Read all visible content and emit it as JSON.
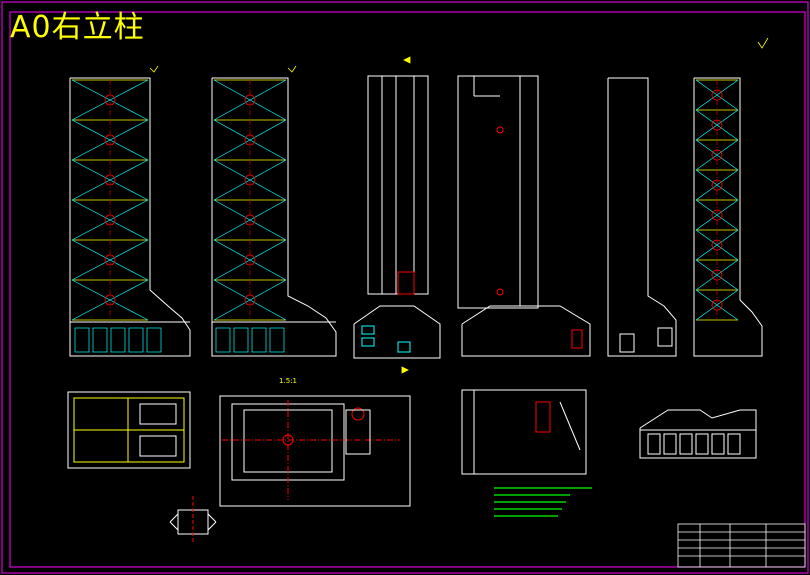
{
  "drawing": {
    "title": "A0右立柱",
    "colors": {
      "background": "#000000",
      "frame": "#ff00ff",
      "outline": "#ffffff",
      "rib": "#00ff00",
      "hole": "#ff0000",
      "dimension": "#ff00ff",
      "title_text": "#ffff00",
      "notes": "#00ff00"
    },
    "icons": [
      "roughness-symbol-icon",
      "weld-symbol-icon",
      "section-arrow-icon"
    ]
  },
  "views": [
    {
      "id": "front-rib-view-left"
    },
    {
      "id": "front-rib-view-middle"
    },
    {
      "id": "side-view-1"
    },
    {
      "id": "side-view-2"
    },
    {
      "id": "side-view-3"
    },
    {
      "id": "rib-section-right"
    },
    {
      "id": "plan-section-left"
    },
    {
      "id": "plan-section-middle",
      "scale_label": "1.5:1"
    },
    {
      "id": "plan-section-right"
    },
    {
      "id": "bottom-section-right"
    },
    {
      "id": "detail-view-small"
    }
  ],
  "technical_requirements": {
    "line_count": 5
  }
}
